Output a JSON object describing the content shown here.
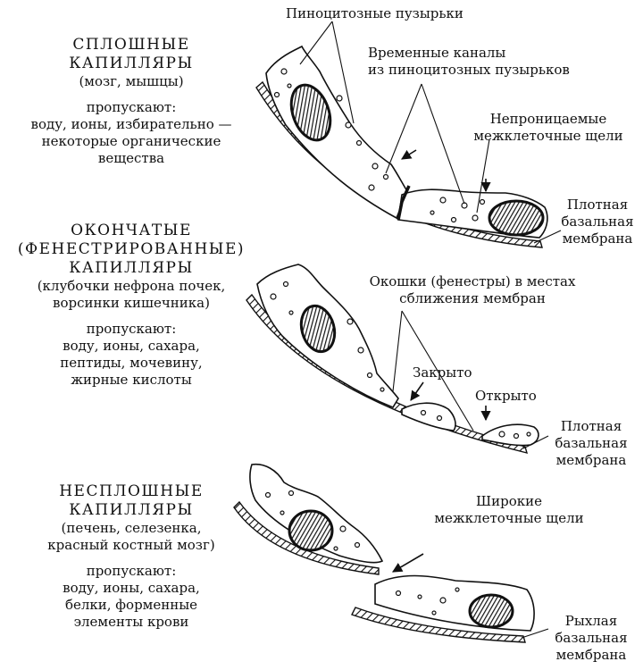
{
  "sections": [
    {
      "title": [
        "СПЛОШНЫЕ",
        "КАПИЛЛЯРЫ"
      ],
      "examples": [
        "(мозг, мышцы)"
      ],
      "permits_heading": "пропускают:",
      "permits": [
        "воду, ионы, избирательно —",
        "некоторые органические",
        "вещества"
      ]
    },
    {
      "title": [
        "ОКОНЧАТЫЕ",
        "(ФЕНЕСТРИРОВАННЫЕ)",
        "КАПИЛЛЯРЫ"
      ],
      "examples": [
        "(клубочки нефрона почек,",
        "ворсинки кишечника)"
      ],
      "permits_heading": "пропускают:",
      "permits": [
        "воду, ионы, сахара,",
        "пептиды, мочевину,",
        "жирные кислоты"
      ]
    },
    {
      "title": [
        "НЕСПЛОШНЫЕ",
        "КАПИЛЛЯРЫ"
      ],
      "examples": [
        "(печень, селезенка,",
        "красный костный мозг)"
      ],
      "permits_heading": "пропускают:",
      "permits": [
        "воду, ионы, сахара,",
        "белки, форменные",
        "элементы крови"
      ]
    }
  ],
  "labels": {
    "pinocytic": [
      "Пиноцитозные пузырьки"
    ],
    "channels": [
      "Временные каналы",
      "из пиноцитозных пузырьков"
    ],
    "tight": [
      "Непроницаемые",
      "межклеточные щели"
    ],
    "dense1": [
      "Плотная",
      "базальная",
      "мембрана"
    ],
    "fenestrae": [
      "Окошки (фенестры) в местах",
      "сближения мембран"
    ],
    "closed": [
      "Закрыто"
    ],
    "open": [
      "Открыто"
    ],
    "dense2": [
      "Плотная",
      "базальная",
      "мембрана"
    ],
    "wide": [
      "Широкие",
      "межклеточные щели"
    ],
    "loose": [
      "Рыхлая",
      "базальная",
      "мембрана"
    ]
  }
}
